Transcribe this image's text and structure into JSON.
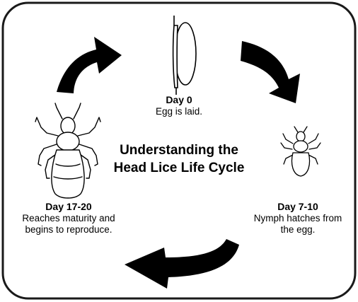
{
  "diagram": {
    "title_lines": [
      "Understanding the",
      "Head Lice Life Cycle"
    ],
    "stages": [
      {
        "day": "Day 0",
        "description": [
          "Egg is laid."
        ],
        "icon": "louse-egg-icon"
      },
      {
        "day": "Day 7-10",
        "description": [
          "Nymph hatches from",
          "the egg."
        ],
        "icon": "louse-nymph-icon"
      },
      {
        "day": "Day 17-20",
        "description": [
          "Reaches maturity and",
          "begins to reproduce."
        ],
        "icon": "adult-louse-icon"
      }
    ],
    "arrows": [
      "curved-arrow-icon",
      "curved-arrow-icon",
      "curved-arrow-icon"
    ],
    "colors": {
      "ink": "#000000",
      "background": "#ffffff",
      "frame": "#1a1a1a"
    }
  }
}
